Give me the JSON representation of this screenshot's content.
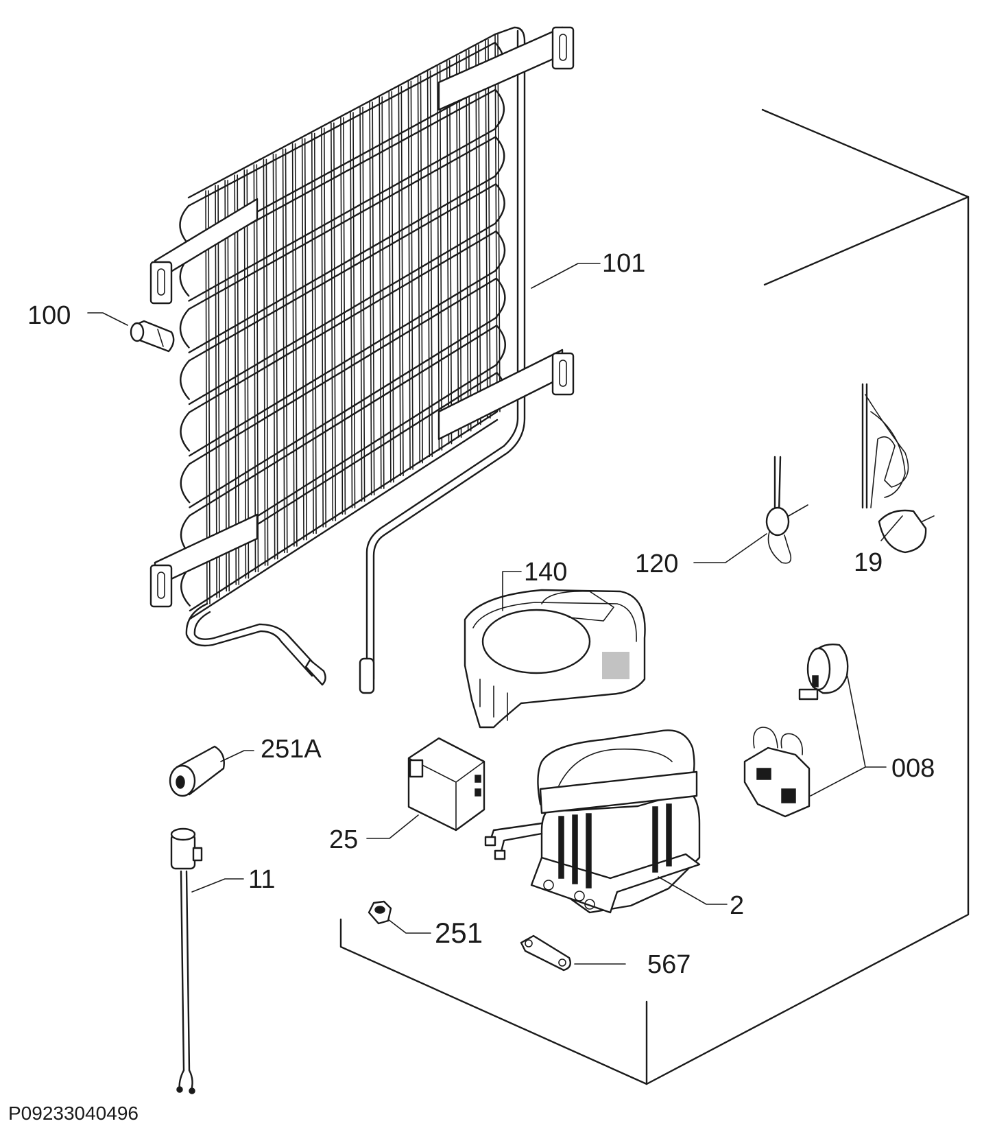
{
  "diagram": {
    "document_code": "P09233040496",
    "callouts": [
      {
        "id": "100",
        "text": "100"
      },
      {
        "id": "101",
        "text": "101"
      },
      {
        "id": "140",
        "text": "140"
      },
      {
        "id": "120",
        "text": "120"
      },
      {
        "id": "19",
        "text": "19"
      },
      {
        "id": "251A",
        "text": "251A"
      },
      {
        "id": "008",
        "text": "008"
      },
      {
        "id": "25",
        "text": "25"
      },
      {
        "id": "11",
        "text": "11"
      },
      {
        "id": "2",
        "text": "2"
      },
      {
        "id": "251",
        "text": "251"
      },
      {
        "id": "567",
        "text": "567"
      }
    ]
  }
}
